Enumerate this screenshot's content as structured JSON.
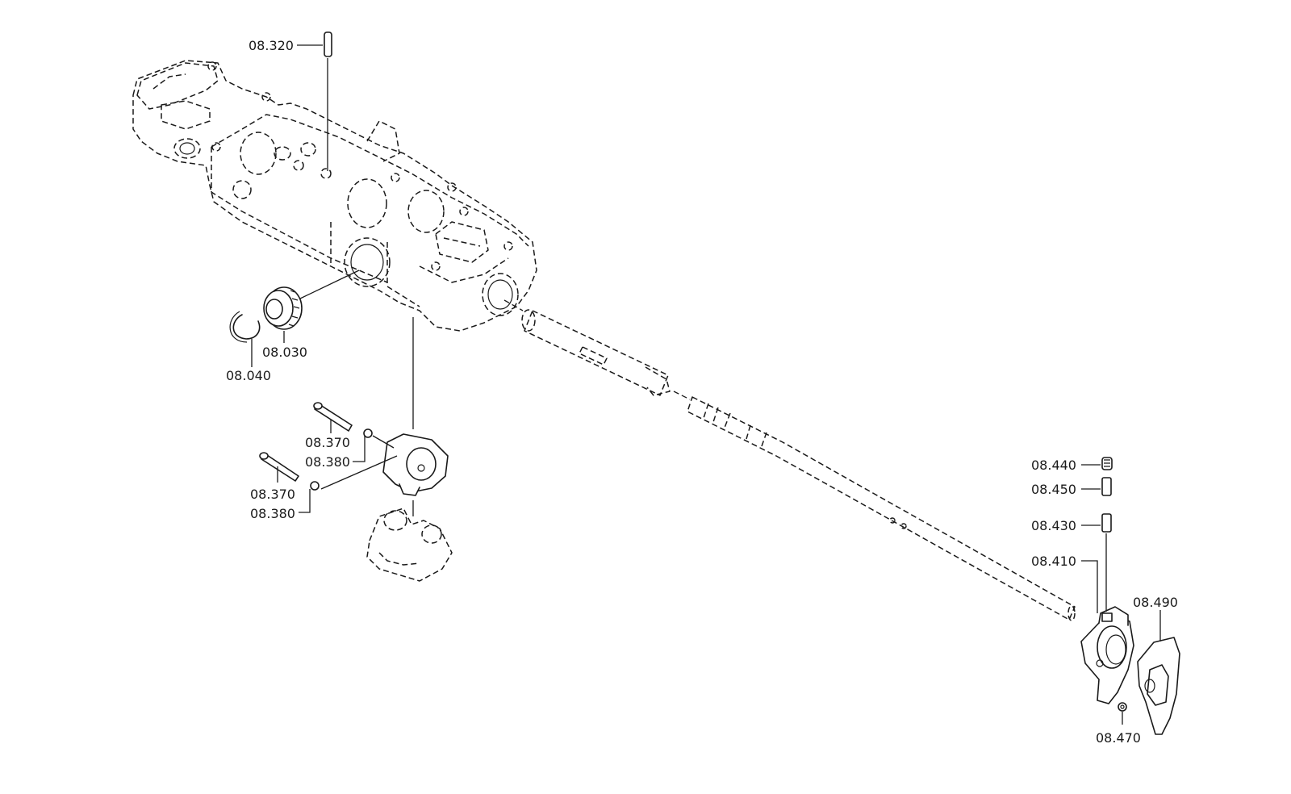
{
  "callouts": {
    "c08_320": "08.320",
    "c08_030": "08.030",
    "c08_040": "08.040",
    "c08_370a": "08.370",
    "c08_380a": "08.380",
    "c08_370b": "08.370",
    "c08_380b": "08.380",
    "c08_440": "08.440",
    "c08_450": "08.450",
    "c08_430": "08.430",
    "c08_410": "08.410",
    "c08_490": "08.490",
    "c08_470": "08.470"
  },
  "colors": {
    "line": "#1a1a1a",
    "background": "#ffffff"
  }
}
